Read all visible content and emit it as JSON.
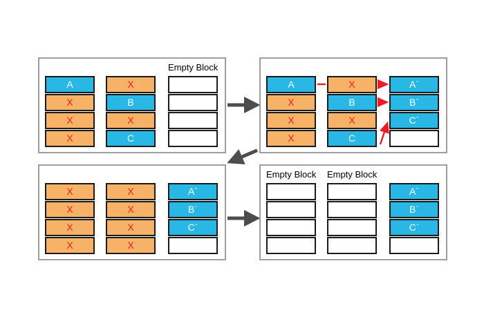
{
  "diagram_title": "flash-block-garbage-collection",
  "colors": {
    "valid_page": "#29B8E5",
    "invalid_page": "#F6B266",
    "invalid_mark": "#ED1C24",
    "copy_arrow": "#ED1C24",
    "flow_arrow": "#4D4D4D",
    "cell_border": "#1A1A1A",
    "panel_border": "#9E9E9E",
    "label_text": "#000000",
    "background": "#FFFFFF"
  },
  "empty_block_label": "Empty Block",
  "panels": [
    {
      "name": "stage-1",
      "blocks": [
        {
          "label": "",
          "cells": [
            {
              "text": "A",
              "state": "valid"
            },
            {
              "text": "X",
              "state": "invalid"
            },
            {
              "text": "X",
              "state": "invalid"
            },
            {
              "text": "X",
              "state": "invalid"
            }
          ]
        },
        {
          "label": "",
          "cells": [
            {
              "text": "X",
              "state": "invalid"
            },
            {
              "text": "B",
              "state": "valid"
            },
            {
              "text": "X",
              "state": "invalid"
            },
            {
              "text": "C",
              "state": "valid"
            }
          ]
        },
        {
          "label": "Empty Block",
          "cells": [
            {
              "text": "",
              "state": "empty"
            },
            {
              "text": "",
              "state": "empty"
            },
            {
              "text": "",
              "state": "empty"
            },
            {
              "text": "",
              "state": "empty"
            }
          ]
        }
      ]
    },
    {
      "name": "stage-2",
      "copy_arrows": [
        {
          "from": "A",
          "to": "A`"
        },
        {
          "from": "B",
          "to": "B`"
        },
        {
          "from": "C",
          "to": "C`"
        }
      ],
      "blocks": [
        {
          "label": "",
          "cells": [
            {
              "text": "A",
              "state": "valid"
            },
            {
              "text": "X",
              "state": "invalid"
            },
            {
              "text": "X",
              "state": "invalid"
            },
            {
              "text": "X",
              "state": "invalid"
            }
          ]
        },
        {
          "label": "",
          "cells": [
            {
              "text": "X",
              "state": "invalid"
            },
            {
              "text": "B",
              "state": "valid"
            },
            {
              "text": "X",
              "state": "invalid"
            },
            {
              "text": "C",
              "state": "valid"
            }
          ]
        },
        {
          "label": "",
          "cells": [
            {
              "text": "A`",
              "state": "valid"
            },
            {
              "text": "B`",
              "state": "valid"
            },
            {
              "text": "C`",
              "state": "valid"
            },
            {
              "text": "",
              "state": "empty"
            }
          ]
        }
      ]
    },
    {
      "name": "stage-3",
      "blocks": [
        {
          "label": "",
          "cells": [
            {
              "text": "X",
              "state": "invalid"
            },
            {
              "text": "X",
              "state": "invalid"
            },
            {
              "text": "X",
              "state": "invalid"
            },
            {
              "text": "X",
              "state": "invalid"
            }
          ]
        },
        {
          "label": "",
          "cells": [
            {
              "text": "X",
              "state": "invalid"
            },
            {
              "text": "X",
              "state": "invalid"
            },
            {
              "text": "X",
              "state": "invalid"
            },
            {
              "text": "X",
              "state": "invalid"
            }
          ]
        },
        {
          "label": "",
          "cells": [
            {
              "text": "A`",
              "state": "valid"
            },
            {
              "text": "B`",
              "state": "valid"
            },
            {
              "text": "C`",
              "state": "valid"
            },
            {
              "text": "",
              "state": "empty"
            }
          ]
        }
      ]
    },
    {
      "name": "stage-4",
      "blocks": [
        {
          "label": "Empty Block",
          "cells": [
            {
              "text": "",
              "state": "empty"
            },
            {
              "text": "",
              "state": "empty"
            },
            {
              "text": "",
              "state": "empty"
            },
            {
              "text": "",
              "state": "empty"
            }
          ]
        },
        {
          "label": "Empty Block",
          "cells": [
            {
              "text": "",
              "state": "empty"
            },
            {
              "text": "",
              "state": "empty"
            },
            {
              "text": "",
              "state": "empty"
            },
            {
              "text": "",
              "state": "empty"
            }
          ]
        },
        {
          "label": "",
          "cells": [
            {
              "text": "A`",
              "state": "valid"
            },
            {
              "text": "B`",
              "state": "valid"
            },
            {
              "text": "C`",
              "state": "valid"
            },
            {
              "text": "",
              "state": "empty"
            }
          ]
        }
      ]
    }
  ],
  "flow_arrows": [
    {
      "name": "step-1-to-2",
      "direction": "right"
    },
    {
      "name": "step-2-to-3",
      "direction": "down-left"
    },
    {
      "name": "step-3-to-4",
      "direction": "right"
    }
  ]
}
